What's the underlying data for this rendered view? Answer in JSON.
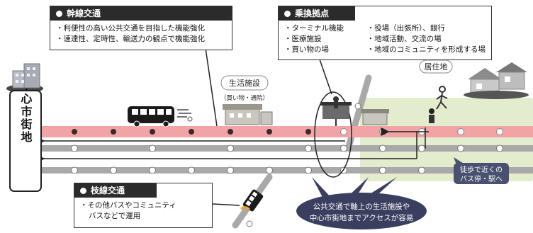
{
  "colors": {
    "trunk_rail": "#f2a3a6",
    "branch_rail": "#a9a9a9",
    "stop_dark": "#3a2a2a",
    "residential_area": "#e4ecce",
    "bubble_fill": "#3a3f60",
    "label_fill": "#4a5070",
    "box_header": "#2b2b2b"
  },
  "boxes": {
    "trunk": {
      "title": "幹線交通",
      "items": [
        "利便性の高い公共交通を目指した機能強化",
        "速達性、定時性、輸送力の観点で機能強化"
      ]
    },
    "hub": {
      "title": "乗換拠点",
      "items_left": [
        "ターミナル機能",
        "医療施設",
        "買い物の場"
      ],
      "items_right": [
        "役場（出張所）、銀行",
        "地域活動、交流の場",
        "地域のコミュニティを形成する場"
      ]
    },
    "branch": {
      "title": "枝線交通",
      "items": [
        "その他バスやコミュニティ",
        "バスなどで運用"
      ]
    }
  },
  "labels": {
    "city_center": "中心市街地",
    "living_facility": "生活施設",
    "living_facility_sub": "（買い物・通院）",
    "residential": "居住地",
    "walk_label_1": "徒歩で近くの",
    "walk_label_2": "バス停・駅へ",
    "bubble_line_1": "公共交通で軸上の生活施設や",
    "bubble_line_2": "中心市街地までアクセスが容易"
  },
  "icons": [
    "building-icon",
    "bus-icon",
    "shop-icon",
    "terminal-icon",
    "house-icon",
    "walking-person-icon",
    "standing-person-icon",
    "small-bus-icon"
  ]
}
